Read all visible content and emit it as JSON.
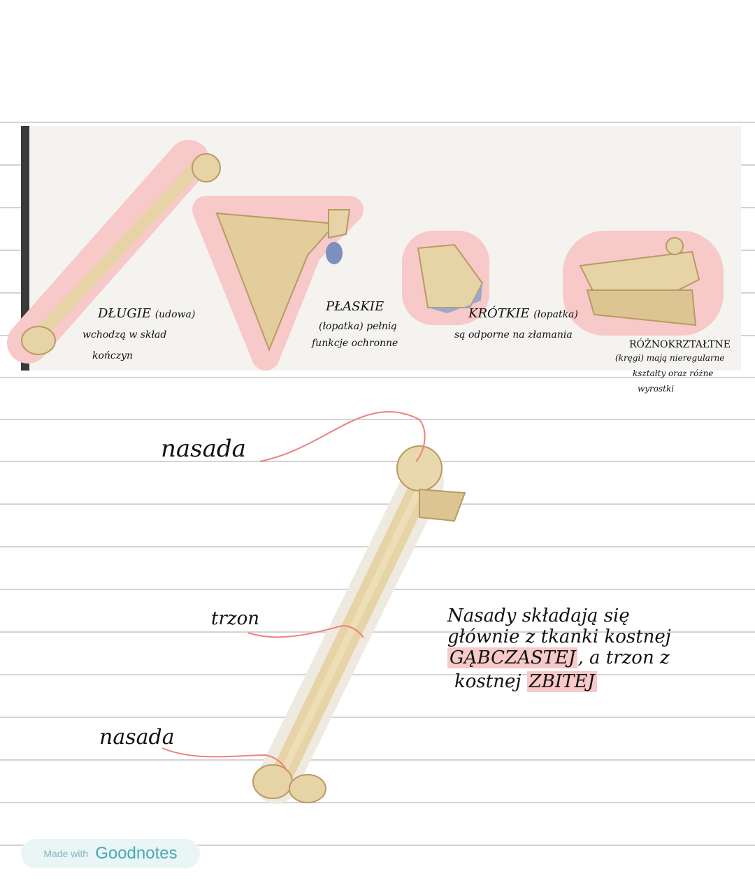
{
  "top_labels": {
    "long": {
      "title": "DŁUGIE",
      "note": "(udowa)",
      "line1": "wchodzą w skład",
      "line2": "kończyn"
    },
    "flat": {
      "title": "PŁASKIE",
      "note": "(łopatka) pełnią",
      "line1": "funkcje ochronne"
    },
    "short": {
      "title": "KRÓTKIE",
      "note": "(łopatka)",
      "line1": "są odporne na złamania"
    },
    "irregular": {
      "title": "RÓŻNOKRZTAŁTNE",
      "line1": "(kręgi) mają nieregularne",
      "line2": "kształty oraz różne",
      "line3": "wyrostki"
    }
  },
  "femur_labels": {
    "top": "nasada",
    "middle": "trzon",
    "bottom": "nasada"
  },
  "note": {
    "line1": "Nasady składają się",
    "line2": "głównie z tkanki kostnej",
    "line3_hl": "GĄBCZASTEJ",
    "line3_rest": ", a trzon z",
    "line4_prefix": "kostnej ",
    "line4_hl": "ZBITEJ"
  },
  "badge": {
    "made_with": "Made with",
    "brand": "Goodnotes"
  },
  "colors": {
    "bone": "#e6d3a6",
    "bone_shadow": "#b99a63",
    "highlight_pink": "#f7c9c9",
    "leader_line": "#f08080",
    "ruled_line": "#cfcfcf",
    "badge_bg": "#eaf5f6",
    "badge_text": "#4aa9b5"
  }
}
